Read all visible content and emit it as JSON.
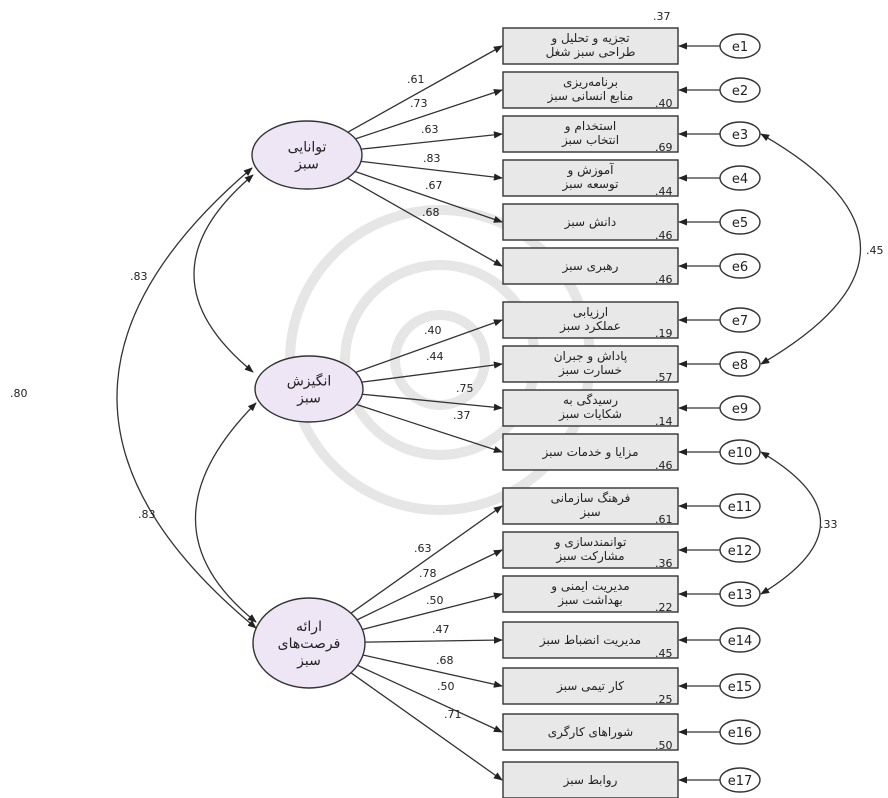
{
  "latent": {
    "green_ability": [
      "توانایی",
      "سبز"
    ],
    "green_motivation": [
      "انگیزش",
      "سبز"
    ],
    "green_opportunity": [
      "ارائه",
      "فرصت‌های",
      "سبز"
    ]
  },
  "indicators": [
    {
      "lines": [
        "تجزیه و تحلیل و",
        "طراحی سبز شغل"
      ],
      "r2": ".37",
      "error": "e1"
    },
    {
      "lines": [
        "برنامه‌ریزی",
        "منابع انسانی سبز"
      ],
      "r2": ".40",
      "error": "e2"
    },
    {
      "lines": [
        "استخدام و",
        "انتخاب سبز"
      ],
      "r2": ".69",
      "error": "e3"
    },
    {
      "lines": [
        "آموزش و",
        "توسعه سبز"
      ],
      "r2": ".44",
      "error": "e4"
    },
    {
      "lines": [
        "دانش سبز"
      ],
      "r2": ".46",
      "error": "e5"
    },
    {
      "lines": [
        "رهبری سبز"
      ],
      "r2": ".46",
      "error": "e6"
    },
    {
      "lines": [
        "ارزیابی",
        "عملکرد سبز"
      ],
      "r2": ".19",
      "error": "e7"
    },
    {
      "lines": [
        "پاداش و جبران",
        "خسارت سبز"
      ],
      "r2": ".57",
      "error": "e8"
    },
    {
      "lines": [
        "رسیدگی به",
        "شکایات سبز"
      ],
      "r2": ".14",
      "error": "e9"
    },
    {
      "lines": [
        "مزایا و خدمات سبز"
      ],
      "r2": ".46",
      "error": "e10"
    },
    {
      "lines": [
        "فرهنگ سازمانی",
        "سبز"
      ],
      "r2": ".61",
      "error": "e11"
    },
    {
      "lines": [
        "توانمندسازی و",
        "مشارکت سبز"
      ],
      "r2": ".36",
      "error": "e12"
    },
    {
      "lines": [
        "مدیریت ایمنی و",
        "بهداشت سبز"
      ],
      "r2": ".22",
      "error": "e13"
    },
    {
      "lines": [
        "مدیریت انضباط سبز"
      ],
      "r2": ".45",
      "error": "e14"
    },
    {
      "lines": [
        "کار تیمی سبز"
      ],
      "r2": ".25",
      "error": "e15"
    },
    {
      "lines": [
        "شوراهای کارگری"
      ],
      "r2": ".50",
      "error": "e16"
    },
    {
      "lines": [
        "روابط سبز"
      ],
      "r2": "",
      "error": "e17"
    }
  ],
  "loadings": {
    "green_ability": [
      ".61",
      ".73",
      ".63",
      ".83",
      ".67",
      ".68"
    ],
    "green_motivation": [
      ".40",
      ".44",
      ".75",
      ".37"
    ],
    "green_opportunity": [
      ".63",
      ".78",
      ".50",
      ".47",
      ".68",
      ".50",
      ".71"
    ]
  },
  "latent_correlations": {
    "ability_motivation": ".83",
    "motivation_opportunity": ".83",
    "ability_opportunity": ".80"
  },
  "error_covariances": {
    "e3_e8": ".45",
    "e10_e13": ".33"
  }
}
